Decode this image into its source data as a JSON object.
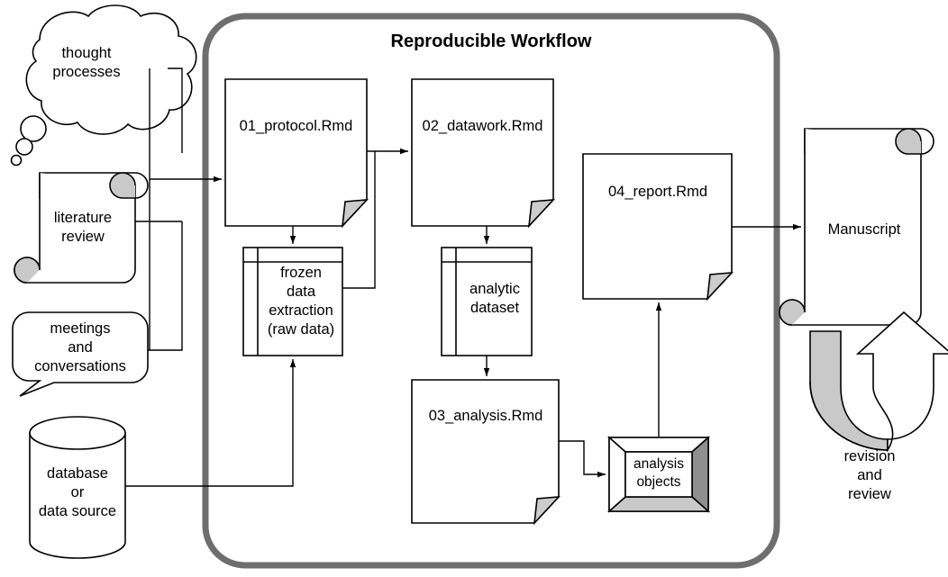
{
  "diagram": {
    "title": "Reproducible Workflow",
    "container_border_color": "#6e6e6e",
    "fold_fill": "#cccccc",
    "line_color": "#000000",
    "background": "#ffffff"
  },
  "inputs": [
    {
      "id": "thought-processes",
      "shape": "thought-cloud",
      "label": "thought\nprocesses"
    },
    {
      "id": "literature-review",
      "shape": "scroll",
      "label": "literature\nreview"
    },
    {
      "id": "meetings",
      "shape": "speech-bubble",
      "label": "meetings\nand\nconversations"
    },
    {
      "id": "database",
      "shape": "cylinder",
      "label": "database\nor\ndata source"
    }
  ],
  "workflow_nodes": [
    {
      "id": "protocol",
      "shape": "document",
      "label": "01_protocol.Rmd"
    },
    {
      "id": "datawork",
      "shape": "document",
      "label": "02_datawork.Rmd"
    },
    {
      "id": "analysis",
      "shape": "document",
      "label": "03_analysis.Rmd"
    },
    {
      "id": "report",
      "shape": "document",
      "label": "04_report.Rmd"
    },
    {
      "id": "frozen",
      "shape": "data-table",
      "label": "frozen\ndata\nextraction\n(raw data)"
    },
    {
      "id": "analytic",
      "shape": "data-table",
      "label": "analytic\ndataset"
    },
    {
      "id": "objects",
      "shape": "cube-3d",
      "label": "analysis\nobjects"
    }
  ],
  "outputs": [
    {
      "id": "manuscript",
      "shape": "scroll",
      "label": "Manuscript"
    },
    {
      "id": "revision",
      "shape": "u-turn-arrow",
      "label": "revision\nand\nreview"
    }
  ],
  "edges": [
    {
      "from": "thought-processes",
      "to": "protocol"
    },
    {
      "from": "literature-review",
      "to": "protocol"
    },
    {
      "from": "meetings",
      "to": "protocol"
    },
    {
      "from": "protocol",
      "to": "frozen"
    },
    {
      "from": "protocol",
      "to": "datawork"
    },
    {
      "from": "database",
      "to": "frozen"
    },
    {
      "from": "frozen",
      "to": "datawork"
    },
    {
      "from": "datawork",
      "to": "analytic"
    },
    {
      "from": "analytic",
      "to": "analysis"
    },
    {
      "from": "analysis",
      "to": "objects"
    },
    {
      "from": "objects",
      "to": "report"
    },
    {
      "from": "report",
      "to": "manuscript"
    },
    {
      "from": "manuscript",
      "to": "revision"
    }
  ]
}
